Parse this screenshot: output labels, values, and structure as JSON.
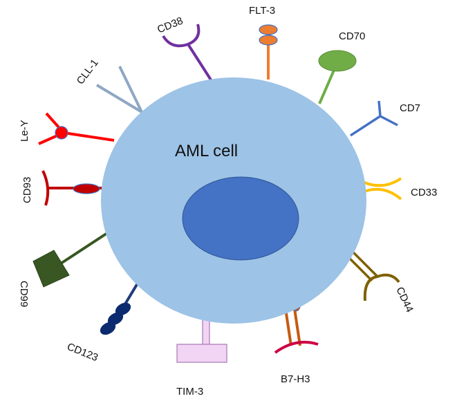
{
  "cell": {
    "label": "AML cell",
    "body_color": "#9DC3E6",
    "nucleus_color": "#4472C4"
  },
  "markers": {
    "flt3": "FLT-3",
    "cd38": "CD38",
    "cd70": "CD70",
    "cll1": "CLL-1",
    "cd7": "CD7",
    "ley": "Le-Y",
    "cd33": "CD33",
    "cd93": "CD93",
    "cd44": "CD44",
    "cd99": "CD99",
    "cd123": "CD123",
    "tim3": "TIM-3",
    "b7h3": "B7-H3"
  }
}
